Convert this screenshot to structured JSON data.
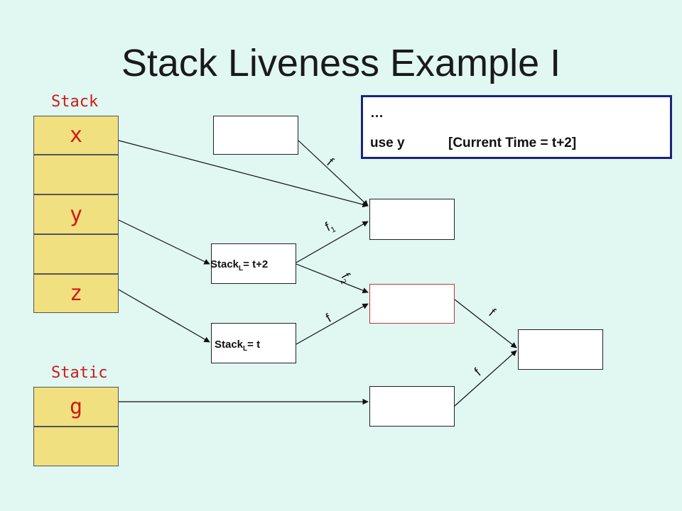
{
  "title": "Stack Liveness Example I",
  "stack": {
    "label": "Stack",
    "cells": [
      "x",
      "",
      "y",
      "",
      "z"
    ]
  },
  "static": {
    "label": "Static",
    "cells": [
      "g",
      ""
    ]
  },
  "boxes": {
    "stack_l_t2": {
      "prefix": "Stack",
      "sub": "L",
      "suffix": "= t+2"
    },
    "stack_l_t": {
      "prefix": "Stack",
      "sub": "L",
      "suffix": "= t"
    }
  },
  "callout": {
    "line1": "…",
    "line2_left": "use y",
    "line2_right": "[Current Time = t+2]"
  },
  "edge_labels": {
    "f_top": "f",
    "f1": {
      "base": "f",
      "sub": "1"
    },
    "f2": {
      "base": "f",
      "sub": "2"
    },
    "f_mid": "f",
    "f_right_upper": "f",
    "f_right_lower": "f"
  },
  "colors": {
    "background": "#e0f7f2",
    "cell_fill": "#f0e080",
    "label_red": "#cc1a1a",
    "callout_border": "#1a237e",
    "highlight_box_border": "#c0392b"
  }
}
